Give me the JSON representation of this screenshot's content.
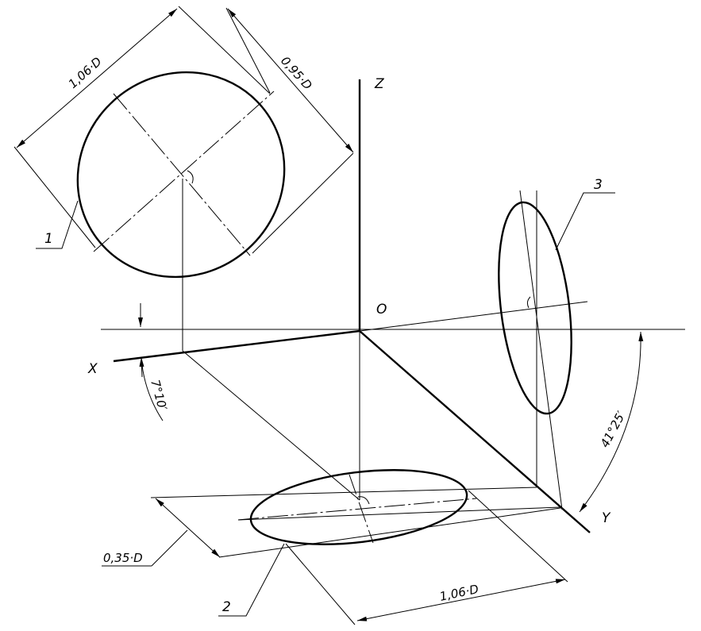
{
  "axes": {
    "x": "X",
    "y": "Y",
    "z": "Z",
    "origin": "O"
  },
  "callouts": {
    "c1": "1",
    "c2": "2",
    "c3": "3"
  },
  "dimensions": {
    "major_1": "1,06·D",
    "minor_1": "0,95·D",
    "minor_2": "0,35·D",
    "major_2": "1,06·D",
    "angle_x": "7°10′",
    "angle_y": "41°25′"
  }
}
